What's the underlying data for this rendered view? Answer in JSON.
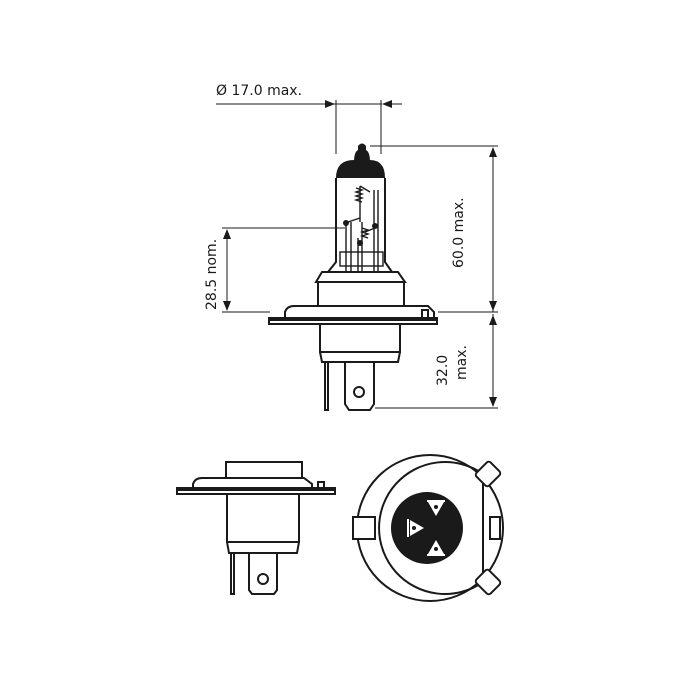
{
  "diagram": {
    "subject": "H4 halogen headlamp bulb technical drawing",
    "line_color": "#1a1a1a",
    "background": "#ffffff",
    "dimensions": {
      "diameter": "Ø 17.0 max.",
      "total_height": "60.0 max.",
      "light_center": "28.5 nom.",
      "base_height_value": "32.0",
      "base_height_suffix": "max."
    },
    "views": [
      "side-view",
      "front-view-small",
      "bottom-view-base"
    ]
  }
}
